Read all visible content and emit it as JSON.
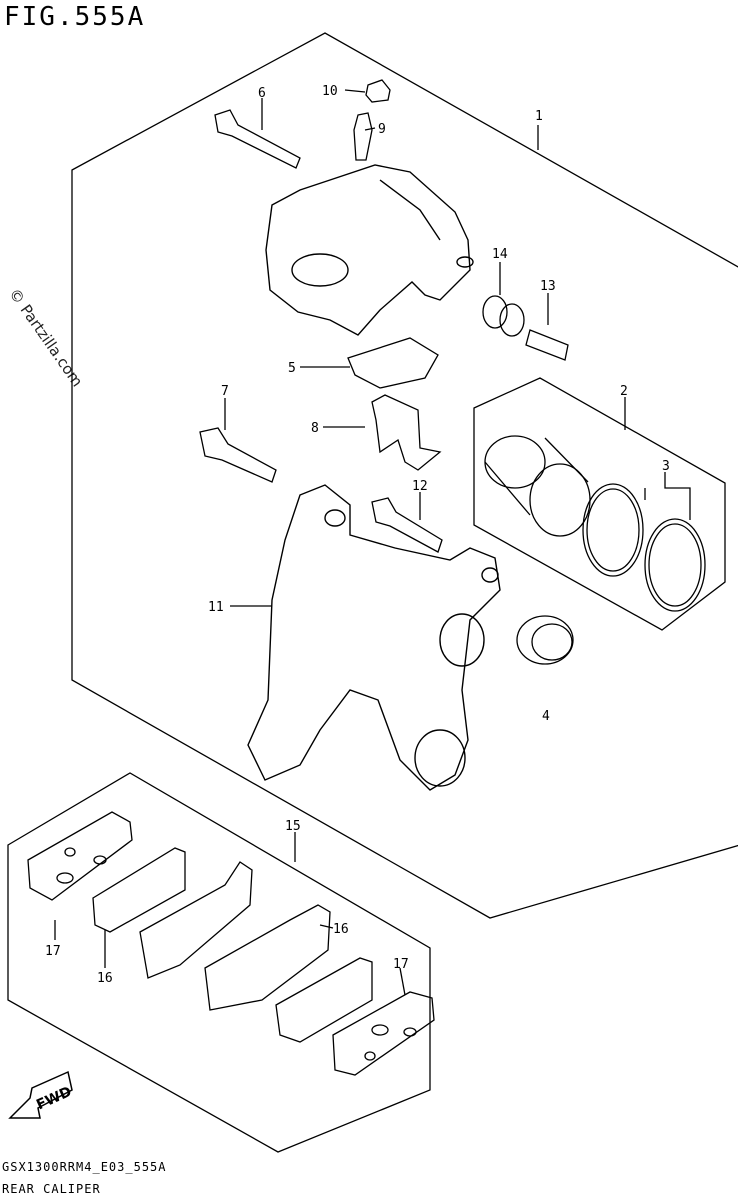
{
  "figure": {
    "title": "FIG.555A"
  },
  "watermark": "© Partzilla.com",
  "footer": {
    "code": "GSX1300RRM4_E03_555A",
    "caption": "REAR CALIPER"
  },
  "callouts": [
    "1",
    "2",
    "3",
    "4",
    "5",
    "6",
    "7",
    "8",
    "9",
    "10",
    "11",
    "12",
    "13",
    "14",
    "15",
    "16",
    "16",
    "17",
    "17"
  ],
  "fwd_label": "FWD"
}
